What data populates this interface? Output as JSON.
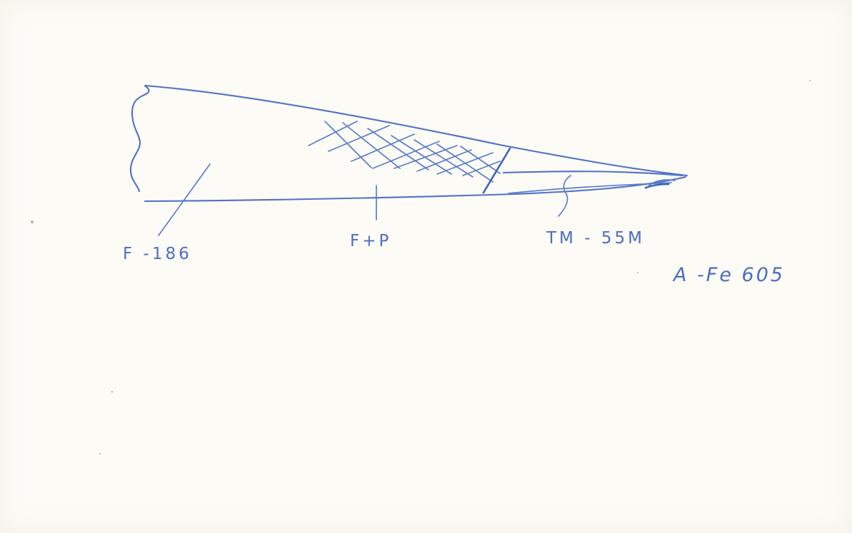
{
  "labels": {
    "left_section": "F -186",
    "middle_section": "F+P",
    "tip_section": "TM - 55M",
    "specimen_id": "A -Fe 605"
  },
  "colors": {
    "paper": "#fcfbf6",
    "ink": "#4f73c4"
  }
}
